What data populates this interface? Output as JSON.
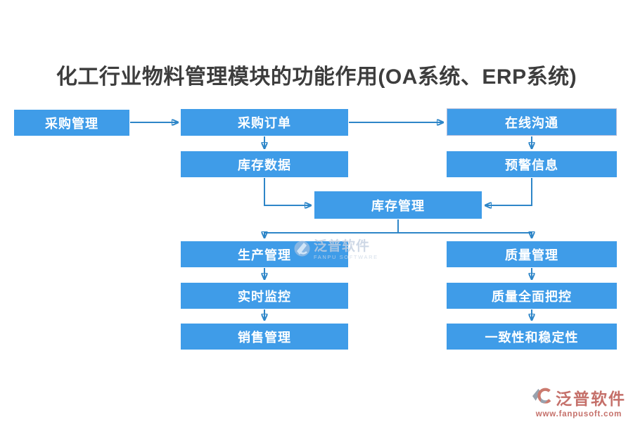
{
  "title": "化工行业物料管理模块的功能作用(OA系统、ERP系统)",
  "nodes": [
    {
      "id": "purchase-management",
      "label": "采购管理"
    },
    {
      "id": "purchase-order",
      "label": "采购订单"
    },
    {
      "id": "online-communication",
      "label": "在线沟通"
    },
    {
      "id": "inventory-data",
      "label": "库存数据"
    },
    {
      "id": "alert-info",
      "label": "预警信息"
    },
    {
      "id": "inventory-management",
      "label": "库存管理"
    },
    {
      "id": "production-management",
      "label": "生产管理"
    },
    {
      "id": "quality-management",
      "label": "质量管理"
    },
    {
      "id": "realtime-monitoring",
      "label": "实时监控"
    },
    {
      "id": "quality-overall-control",
      "label": "质量全面把控"
    },
    {
      "id": "sales-management",
      "label": "销售管理"
    },
    {
      "id": "consistency-stability",
      "label": "一致性和稳定性"
    }
  ],
  "edges": [
    {
      "from": "purchase-management",
      "to": "purchase-order"
    },
    {
      "from": "purchase-order",
      "to": "online-communication"
    },
    {
      "from": "purchase-order",
      "to": "inventory-data"
    },
    {
      "from": "online-communication",
      "to": "alert-info"
    },
    {
      "from": "inventory-data",
      "to": "inventory-management"
    },
    {
      "from": "alert-info",
      "to": "inventory-management"
    },
    {
      "from": "inventory-management",
      "to": "production-management"
    },
    {
      "from": "inventory-management",
      "to": "quality-management"
    },
    {
      "from": "production-management",
      "to": "realtime-monitoring"
    },
    {
      "from": "realtime-monitoring",
      "to": "sales-management"
    },
    {
      "from": "quality-management",
      "to": "quality-overall-control"
    },
    {
      "from": "quality-overall-control",
      "to": "consistency-stability"
    }
  ],
  "watermark": {
    "text": "泛普软件",
    "subtext": "FANPU SOFTWARE"
  },
  "footer": {
    "brand": "泛普软件",
    "url": "www.fanpusoft.com"
  },
  "colors": {
    "node_fill": "#3F9CE8",
    "connector": "#2E86C8",
    "title_text": "#3D3D3D",
    "brand_salmon": "#C5706A",
    "watermark_blue": "#C3CFE0"
  }
}
